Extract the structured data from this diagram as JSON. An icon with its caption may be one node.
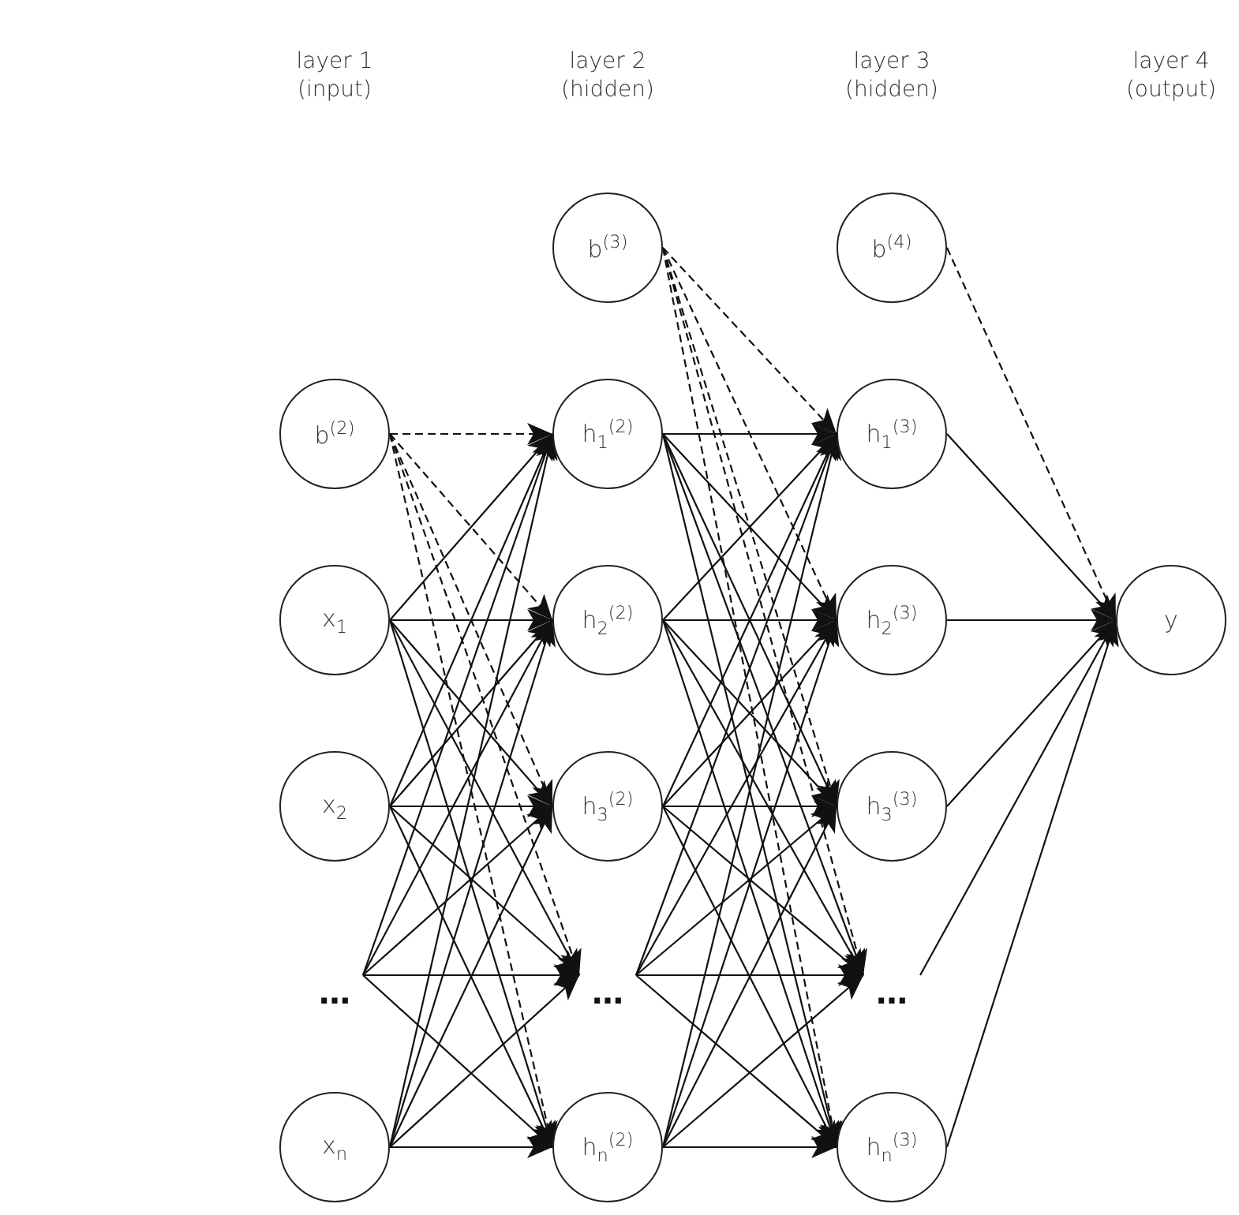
{
  "diagram": {
    "nodes": [
      {
        "text": [
          "b$^{(2)}$"
        ]
      },
      {
        "text": [
          "x$_{1}$"
        ]
      },
      {
        "text": [
          "x$_{2}$"
        ]
      },
      {
        "text": [
          "…"
        ]
      },
      {
        "text": [
          "x$_{n}$"
        ]
      },
      {
        "text": [
          "b$^{(3)}$"
        ]
      },
      {
        "text": [
          "h$_{1}$$^{(2)}$"
        ]
      },
      {
        "text": [
          "h$_{2}$$^{(2)}$"
        ]
      },
      {
        "text": [
          "h$_{3}$$^{(2)}$"
        ]
      },
      {
        "text": [
          "…"
        ]
      },
      {
        "text": [
          "h$_{n}$$^{(2)}$"
        ]
      },
      {
        "text": [
          "b$^{(4)}$"
        ]
      },
      {
        "text": [
          "h$_{1}$$^{(3)}$"
        ]
      },
      {
        "text": [
          "h$_{2}$$^{(3)}$"
        ]
      },
      {
        "text": [
          "h$_{3}$$^{(3)}$"
        ]
      },
      {
        "text": [
          "…"
        ]
      },
      {
        "text": [
          "h$_{n}$$^{(3)}$"
        ]
      },
      {
        "text": [
          "y"
        ]
      }
    ],
    "edges": [
      {
        "from": 0,
        "to": 6,
        "arrow": "to",
        "style": "dashed"
      },
      {
        "from": 0,
        "to": 7,
        "arrow": "to",
        "style": "dashed"
      },
      {
        "from": 0,
        "to": 8,
        "arrow": "to",
        "style": "dashed"
      },
      {
        "from": 0,
        "to": 9,
        "arrow": "to",
        "style": "dashed"
      },
      {
        "from": 0,
        "to": 10,
        "arrow": "to",
        "style": "dashed"
      },
      {
        "from": 1,
        "to": 6,
        "arrow": "to"
      },
      {
        "from": 1,
        "to": 7,
        "arrow": "to"
      },
      {
        "from": 1,
        "to": 8,
        "arrow": "to"
      },
      {
        "from": 1,
        "to": 9,
        "arrow": "to"
      },
      {
        "from": 1,
        "to": 10,
        "arrow": "to"
      },
      {
        "from": 2,
        "to": 6,
        "arrow": "to"
      },
      {
        "from": 2,
        "to": 7,
        "arrow": "to"
      },
      {
        "from": 2,
        "to": 8,
        "arrow": "to"
      },
      {
        "from": 2,
        "to": 9,
        "arrow": "to"
      },
      {
        "from": 2,
        "to": 10,
        "arrow": "to"
      },
      {
        "from": 3,
        "to": 6,
        "arrow": "to"
      },
      {
        "from": 3,
        "to": 7,
        "arrow": "to"
      },
      {
        "from": 3,
        "to": 8,
        "arrow": "to"
      },
      {
        "from": 3,
        "to": 9,
        "arrow": "to"
      },
      {
        "from": 3,
        "to": 10,
        "arrow": "to"
      },
      {
        "from": 4,
        "to": 6,
        "arrow": "to"
      },
      {
        "from": 4,
        "to": 7,
        "arrow": "to"
      },
      {
        "from": 4,
        "to": 8,
        "arrow": "to"
      },
      {
        "from": 4,
        "to": 9,
        "arrow": "to"
      },
      {
        "from": 4,
        "to": 10,
        "arrow": "to"
      },
      {
        "from": 5,
        "to": 12,
        "arrow": "to",
        "style": "dashed"
      },
      {
        "from": 5,
        "to": 13,
        "arrow": "to",
        "style": "dashed"
      },
      {
        "from": 5,
        "to": 14,
        "arrow": "to",
        "style": "dashed"
      },
      {
        "from": 5,
        "to": 15,
        "arrow": "to",
        "style": "dashed"
      },
      {
        "from": 5,
        "to": 16,
        "arrow": "to",
        "style": "dashed"
      },
      {
        "from": 6,
        "to": 12,
        "arrow": "to"
      },
      {
        "from": 6,
        "to": 13,
        "arrow": "to"
      },
      {
        "from": 6,
        "to": 14,
        "arrow": "to"
      },
      {
        "from": 6,
        "to": 15,
        "arrow": "to"
      },
      {
        "from": 6,
        "to": 16,
        "arrow": "to"
      },
      {
        "from": 7,
        "to": 12,
        "arrow": "to"
      },
      {
        "from": 7,
        "to": 13,
        "arrow": "to"
      },
      {
        "from": 7,
        "to": 14,
        "arrow": "to"
      },
      {
        "from": 7,
        "to": 15,
        "arrow": "to"
      },
      {
        "from": 7,
        "to": 16,
        "arrow": "to"
      },
      {
        "from": 8,
        "to": 12,
        "arrow": "to"
      },
      {
        "from": 8,
        "to": 13,
        "arrow": "to"
      },
      {
        "from": 8,
        "to": 14,
        "arrow": "to"
      },
      {
        "from": 8,
        "to": 15,
        "arrow": "to"
      },
      {
        "from": 8,
        "to": 16,
        "arrow": "to"
      },
      {
        "from": 9,
        "to": 12,
        "arrow": "to"
      },
      {
        "from": 9,
        "to": 13,
        "arrow": "to"
      },
      {
        "from": 9,
        "to": 14,
        "arrow": "to"
      },
      {
        "from": 9,
        "to": 15,
        "arrow": "to"
      },
      {
        "from": 9,
        "to": 16,
        "arrow": "to"
      },
      {
        "from": 10,
        "to": 12,
        "arrow": "to"
      },
      {
        "from": 10,
        "to": 13,
        "arrow": "to"
      },
      {
        "from": 10,
        "to": 14,
        "arrow": "to"
      },
      {
        "from": 10,
        "to": 15,
        "arrow": "to"
      },
      {
        "from": 10,
        "to": 16,
        "arrow": "to"
      },
      {
        "from": 11,
        "to": 17,
        "arrow": "to",
        "style": "dashed"
      },
      {
        "from": 12,
        "to": 17,
        "arrow": "to"
      },
      {
        "from": 13,
        "to": 17,
        "arrow": "to"
      },
      {
        "from": 14,
        "to": 17,
        "arrow": "to"
      },
      {
        "from": 15,
        "to": 17,
        "arrow": "to"
      },
      {
        "from": 16,
        "to": 17,
        "arrow": "to"
      }
    ],
    "labels": [
      "layer 1 (input)",
      "layer 2 (hidden)",
      "layer 3 (hidden)",
      "layer 4 (output)"
    ]
  }
}
